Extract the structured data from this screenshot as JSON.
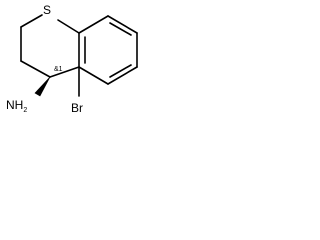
{
  "molecule": {
    "atoms": {
      "sulfur": "S",
      "amine": "NH",
      "amine_h_count": "2",
      "bromine": "Br"
    },
    "stereo_label": "&1",
    "colors": {
      "bond": "#000000",
      "text": "#000000",
      "background": "#ffffff"
    }
  }
}
